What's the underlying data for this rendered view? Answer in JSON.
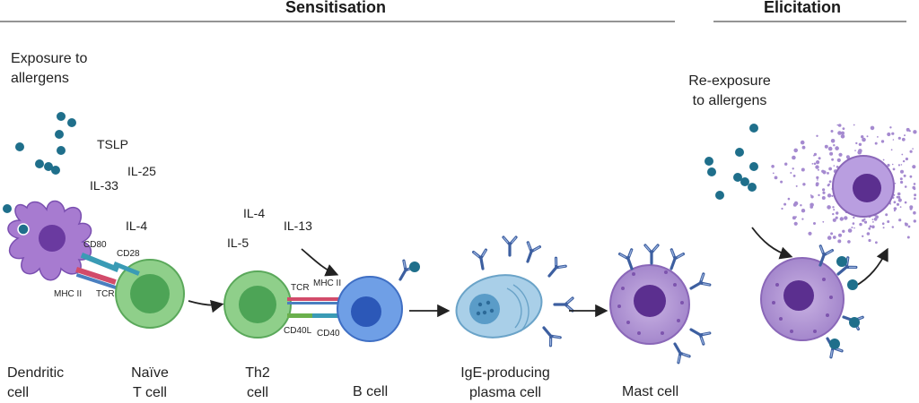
{
  "headers": {
    "sensitisation": "Sensitisation",
    "elicitation": "Elicitation"
  },
  "exposure": {
    "line1": "Exposure to",
    "line2": "allergens"
  },
  "reexposure": {
    "line1": "Re-exposure",
    "line2": "to allergens"
  },
  "cytokines": {
    "tslp": "TSLP",
    "il25": "IL-25",
    "il33": "IL-33",
    "il4_a": "IL-4",
    "il4_b": "IL-4",
    "il5": "IL-5",
    "il13": "IL-13"
  },
  "receptors": {
    "cd80": "CD80",
    "cd28": "CD28",
    "mhc2_a": "MHC II",
    "tcr_a": "TCR",
    "tcr_b": "TCR",
    "mhc2_b": "MHC II",
    "cd40l": "CD40L",
    "cd40": "CD40"
  },
  "cells": {
    "dendritic": {
      "line1": "Dendritic",
      "line2": "cell"
    },
    "naive": {
      "line1": "Naïve",
      "line2": "T cell"
    },
    "th2": {
      "line1": "Th2",
      "line2": "cell"
    },
    "bcell": {
      "line1": "B cell"
    },
    "plasma": {
      "line1": "IgE-producing",
      "line2": "plasma cell"
    },
    "mast": {
      "line1": "Mast cell"
    }
  },
  "colors": {
    "allergen": "#1f6f8b",
    "dendritic": "#a77bd0",
    "naive": "#7cc47f",
    "bcell": "#5b8fe0",
    "plasma": "#9cc6e6",
    "mast": "#b79ad8",
    "antibody": "#3d5fa0",
    "arrow": "#222222"
  }
}
